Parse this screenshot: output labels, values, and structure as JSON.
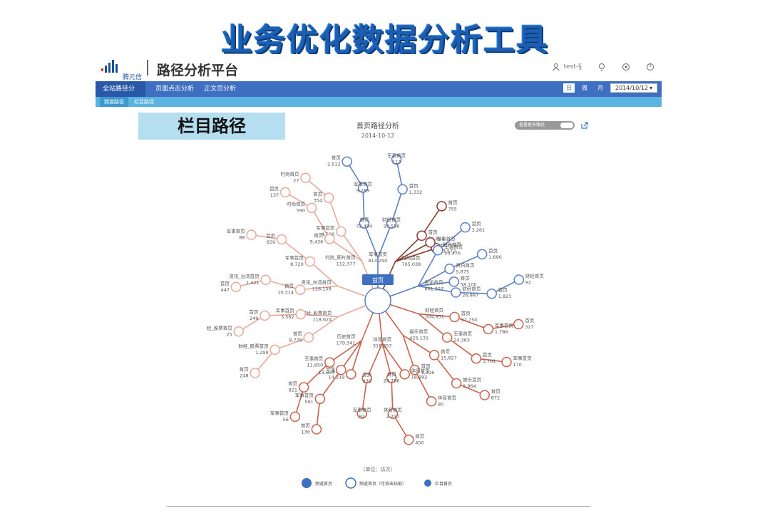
{
  "slide_title": "业务优化数据分析工具",
  "header": {
    "logo_text": "腾元信",
    "platform_name": "路径分析平台",
    "user": "test-lj"
  },
  "nav": {
    "tabs": [
      {
        "label": "全站路径分析"
      },
      {
        "label": "页面点击分析"
      },
      {
        "label": "正文页分析"
      }
    ],
    "date_controls": {
      "day": "日",
      "week": "周",
      "month": "月",
      "date": "2014/10/12"
    }
  },
  "subnav": {
    "items": [
      {
        "label": "频道路径"
      },
      {
        "label": "栏目路径"
      }
    ]
  },
  "section_label": "栏目路径",
  "toggle_label": "查看更多路径",
  "toggle_state": "ON",
  "chart": {
    "title": "首页路径分析",
    "date": "2014-10-12",
    "center_label": "首页",
    "unit": "（单位：访次）",
    "legend": [
      {
        "label": "频道首页",
        "style": "filled-large"
      },
      {
        "label": "频道首页（可双击钻取）",
        "style": "hollow"
      },
      {
        "label": "栏目首页",
        "style": "filled-small"
      }
    ],
    "colors": {
      "blue": "#5b7fc2",
      "red": "#c9624e",
      "pink": "#e8a99a",
      "darkred": "#8a3a2e",
      "node_fill": "#ffffff"
    }
  },
  "chart_data": {
    "type": "radial-tree",
    "root": "首页",
    "branches": [
      {
        "label": "时尚首页",
        "value": "705,038",
        "angle": 66,
        "color": "darkred",
        "children": [
          {
            "label": "首页",
            "value": "54,891",
            "angle": 56,
            "children": [
              {
                "label": "首页",
                "value": "755"
              }
            ]
          },
          {
            "label": "时尚首页",
            "value": "3,572",
            "angle": 42,
            "children": []
          },
          {
            "label": "军事首页",
            "value": "235",
            "angle": 48,
            "children": []
          }
        ]
      },
      {
        "label": "军事首页",
        "value": "814,290",
        "angle": 90,
        "color": "blue",
        "children": [
          {
            "label": "财经首页",
            "value": "20,556",
            "angle": 80,
            "children": [
              {
                "label": "首页",
                "value": "1,332"
              },
              {
                "label": "军事首页",
                "value": "113"
              }
            ]
          },
          {
            "label": "首页",
            "value": "72,494",
            "angle": 100,
            "children": [
              {
                "label": "军事首页",
                "value": "9,289"
              },
              {
                "label": "首页",
                "value": "2,512"
              }
            ]
          }
        ]
      },
      {
        "label": "时尚_图片首页",
        "value": "112,377",
        "angle": 112,
        "color": "pink",
        "children": [
          {
            "label": "军事首页",
            "value": "4,536",
            "angle": 118,
            "children": [
              {
                "label": "首页",
                "value": "354"
              },
              {
                "label": "时尚首页",
                "value": "27"
              }
            ]
          },
          {
            "label": "首页",
            "value": "9,436",
            "angle": 128,
            "children": [
              {
                "label": "时尚首页",
                "value": "590"
              },
              {
                "label": "首页",
                "value": "137"
              }
            ]
          }
        ]
      },
      {
        "label": "资讯_台湾首页",
        "value": "116,158",
        "angle": 160,
        "color": "pink",
        "children": [
          {
            "label": "军事首页",
            "value": "8,720",
            "angle": 150,
            "children": [
              {
                "label": "首页",
                "value": "659"
              },
              {
                "label": "军事首页",
                "value": "88"
              }
            ]
          },
          {
            "label": "首页",
            "value": "10,314",
            "angle": 172,
            "children": [
              {
                "label": "资讯_台湾首页",
                "value": "1,421"
              },
              {
                "label": "首页",
                "value": "447"
              }
            ]
          }
        ]
      },
      {
        "label": "资讯首页",
        "value": "601,327",
        "angle": 20,
        "color": "blue",
        "children": [
          {
            "label": "军事首页",
            "value": "50,476",
            "angle": 40,
            "children": [
              {
                "label": "首页",
                "value": "3,261"
              }
            ]
          },
          {
            "label": "资讯首页",
            "value": "5,875",
            "angle": 24,
            "children": [
              {
                "label": "首页",
                "value": "1,690"
              }
            ]
          },
          {
            "label": "首页",
            "value": "58,100",
            "angle": 14,
            "children": []
          },
          {
            "label": "财经首页",
            "value": "26,997",
            "angle": 6,
            "children": [
              {
                "label": "首页",
                "value": "1,823"
              },
              {
                "label": "财经首页",
                "value": "92"
              }
            ]
          }
        ]
      },
      {
        "label": "财经首页",
        "value": "504,951",
        "angle": -18,
        "color": "red",
        "children": [
          {
            "label": "首页",
            "value": "37,750",
            "angle": -12,
            "children": [
              {
                "label": "军事首页",
                "value": "1,786"
              },
              {
                "label": "首页",
                "value": "327"
              }
            ]
          },
          {
            "label": "军事首页",
            "value": "24,363",
            "angle": -28,
            "children": [
              {
                "label": "首页",
                "value": "1,701"
              },
              {
                "label": "军事首页",
                "value": "170"
              }
            ]
          }
        ]
      },
      {
        "label": "娱乐首页",
        "value": "425,131",
        "angle": -54,
        "color": "red",
        "children": [
          {
            "label": "首页",
            "value": "15,827",
            "angle": -44,
            "children": [
              {
                "label": "娱乐首页",
                "value": "3,964"
              },
              {
                "label": "首页",
                "value": "872"
              }
            ]
          },
          {
            "label": "首页",
            "value": "1,316",
            "angle": -62,
            "children": [
              {
                "label": "体育首页",
                "value": "80"
              }
            ]
          }
        ]
      },
      {
        "label": "体育首页",
        "value": "316,357",
        "angle": -84,
        "color": "red",
        "children": [
          {
            "label": "体育首页",
            "value": "18,992",
            "angle": -70,
            "children": []
          },
          {
            "label": "首页",
            "value": "24,796",
            "angle": -80,
            "children": [
              {
                "label": "体育首页",
                "value": "2,210"
              },
              {
                "label": "首页",
                "value": "450"
              }
            ]
          },
          {
            "label": "首页",
            "value": "936",
            "angle": -98,
            "children": [
              {
                "label": "军事首页",
                "value": "82"
              }
            ]
          }
        ]
      },
      {
        "label": "历史首页",
        "value": "179,341",
        "angle": -112,
        "color": "red",
        "children": [
          {
            "label": "军事首页",
            "value": "14,219",
            "angle": -110,
            "children": []
          },
          {
            "label": "首页",
            "value": "13,637",
            "angle": -118,
            "children": [
              {
                "label": "军事首页",
                "value": "591"
              },
              {
                "label": "首页",
                "value": "130"
              }
            ]
          },
          {
            "label": "军事首页",
            "value": "11,850",
            "angle": -128,
            "children": [
              {
                "label": "首页",
                "value": "821"
              },
              {
                "label": "军事首页",
                "value": "56"
              }
            ]
          }
        ]
      },
      {
        "label": "财经_股票首页",
        "value": "118,624",
        "angle": -158,
        "color": "pink",
        "children": [
          {
            "label": "军事首页",
            "value": "3,562",
            "angle": -170,
            "children": [
              {
                "label": "首页",
                "value": "249"
              },
              {
                "label": "经_股票首页",
                "value": "25"
              }
            ]
          },
          {
            "label": "首页",
            "value": "8,779",
            "angle": -152,
            "children": [
              {
                "label": "财经_股票首页",
                "value": "1,299"
              },
              {
                "label": "首页",
                "value": "248"
              }
            ]
          }
        ]
      }
    ]
  }
}
